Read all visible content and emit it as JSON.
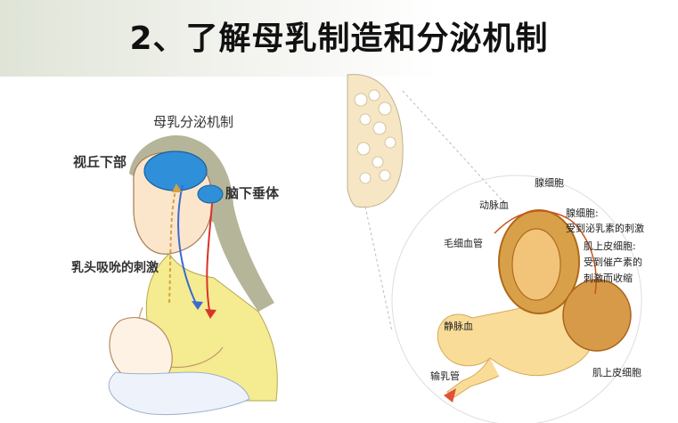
{
  "title": "2、了解母乳制造和分泌机制",
  "left": {
    "heading": "母乳分泌机制",
    "hypothalamus": "视丘下部",
    "pituitary": "脑下垂体",
    "nipple_stimulus": "乳头吸吮的刺激"
  },
  "right": {
    "labels": {
      "alveolus": "腺细胞",
      "artery": "动脉血",
      "prolactin_line1": "腺细胞:",
      "prolactin_line2": "受到泌乳素的刺激",
      "capillary": "毛细血管",
      "myo_line1": "肌上皮细胞:",
      "myo_line2": "受到催产素的",
      "myo_line3": "刺激而收缩",
      "vein": "静脉血",
      "duct": "输乳管",
      "myoepithelial": "肌上皮细胞"
    }
  },
  "colors": {
    "brain": "#2f8fd8",
    "skin": "#fbe3c4",
    "hair": "#9a9a7a",
    "shirt": "#f3ea8a",
    "gland": "#f7d890",
    "gland_dark": "#c96a1a",
    "arrow_red": "#d8342a",
    "arrow_blue": "#3a6ad0"
  }
}
